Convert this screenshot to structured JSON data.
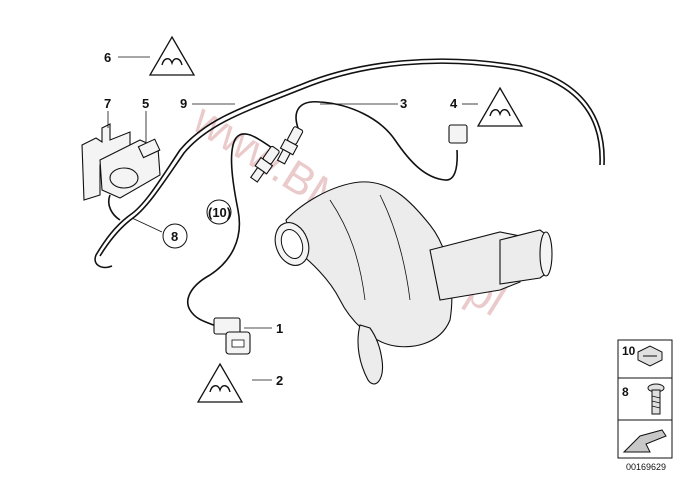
{
  "callouts": [
    {
      "id": "c6",
      "label": "6"
    },
    {
      "id": "c7",
      "label": "7"
    },
    {
      "id": "c5",
      "label": "5"
    },
    {
      "id": "c9",
      "label": "9"
    },
    {
      "id": "c3",
      "label": "3"
    },
    {
      "id": "c4",
      "label": "4"
    },
    {
      "id": "c10",
      "label": "(10)"
    },
    {
      "id": "c8",
      "label": "8"
    },
    {
      "id": "c1",
      "label": "1"
    },
    {
      "id": "c2",
      "label": "2"
    }
  ],
  "watermark": "www.BMWstore.pl",
  "legend": {
    "items": [
      {
        "label": "10",
        "icon": "clip-icon"
      },
      {
        "label": "8",
        "icon": "bolt-icon"
      }
    ],
    "arrow_icon": "arrow-box-icon"
  },
  "diagram_id": "00169629",
  "warning_icon": "caution-triangle-icon"
}
